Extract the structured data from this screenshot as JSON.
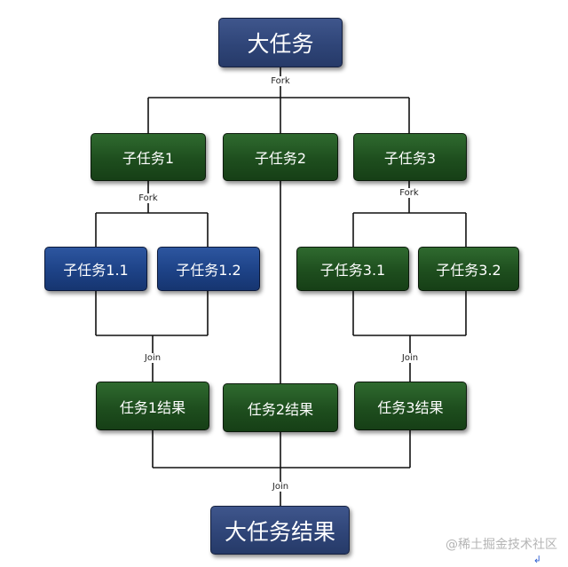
{
  "nodes": {
    "root": "大任务",
    "t1": "子任务1",
    "t2": "子任务2",
    "t3": "子任务3",
    "t11": "子任务1.1",
    "t12": "子任务1.2",
    "t31": "子任务3.1",
    "t32": "子任务3.2",
    "r1": "任务1结果",
    "r2": "任务2结果",
    "r3": "任务3结果",
    "final": "大任务结果"
  },
  "labels": {
    "fork": "Fork",
    "join": "Join"
  },
  "watermark": "@稀土掘金技术社区",
  "enter_glyph": "↲",
  "colors": {
    "green_node": "#1e4e1e",
    "blue_node": "#1d4286",
    "navy_node": "#2f4578",
    "line": "#111111"
  }
}
